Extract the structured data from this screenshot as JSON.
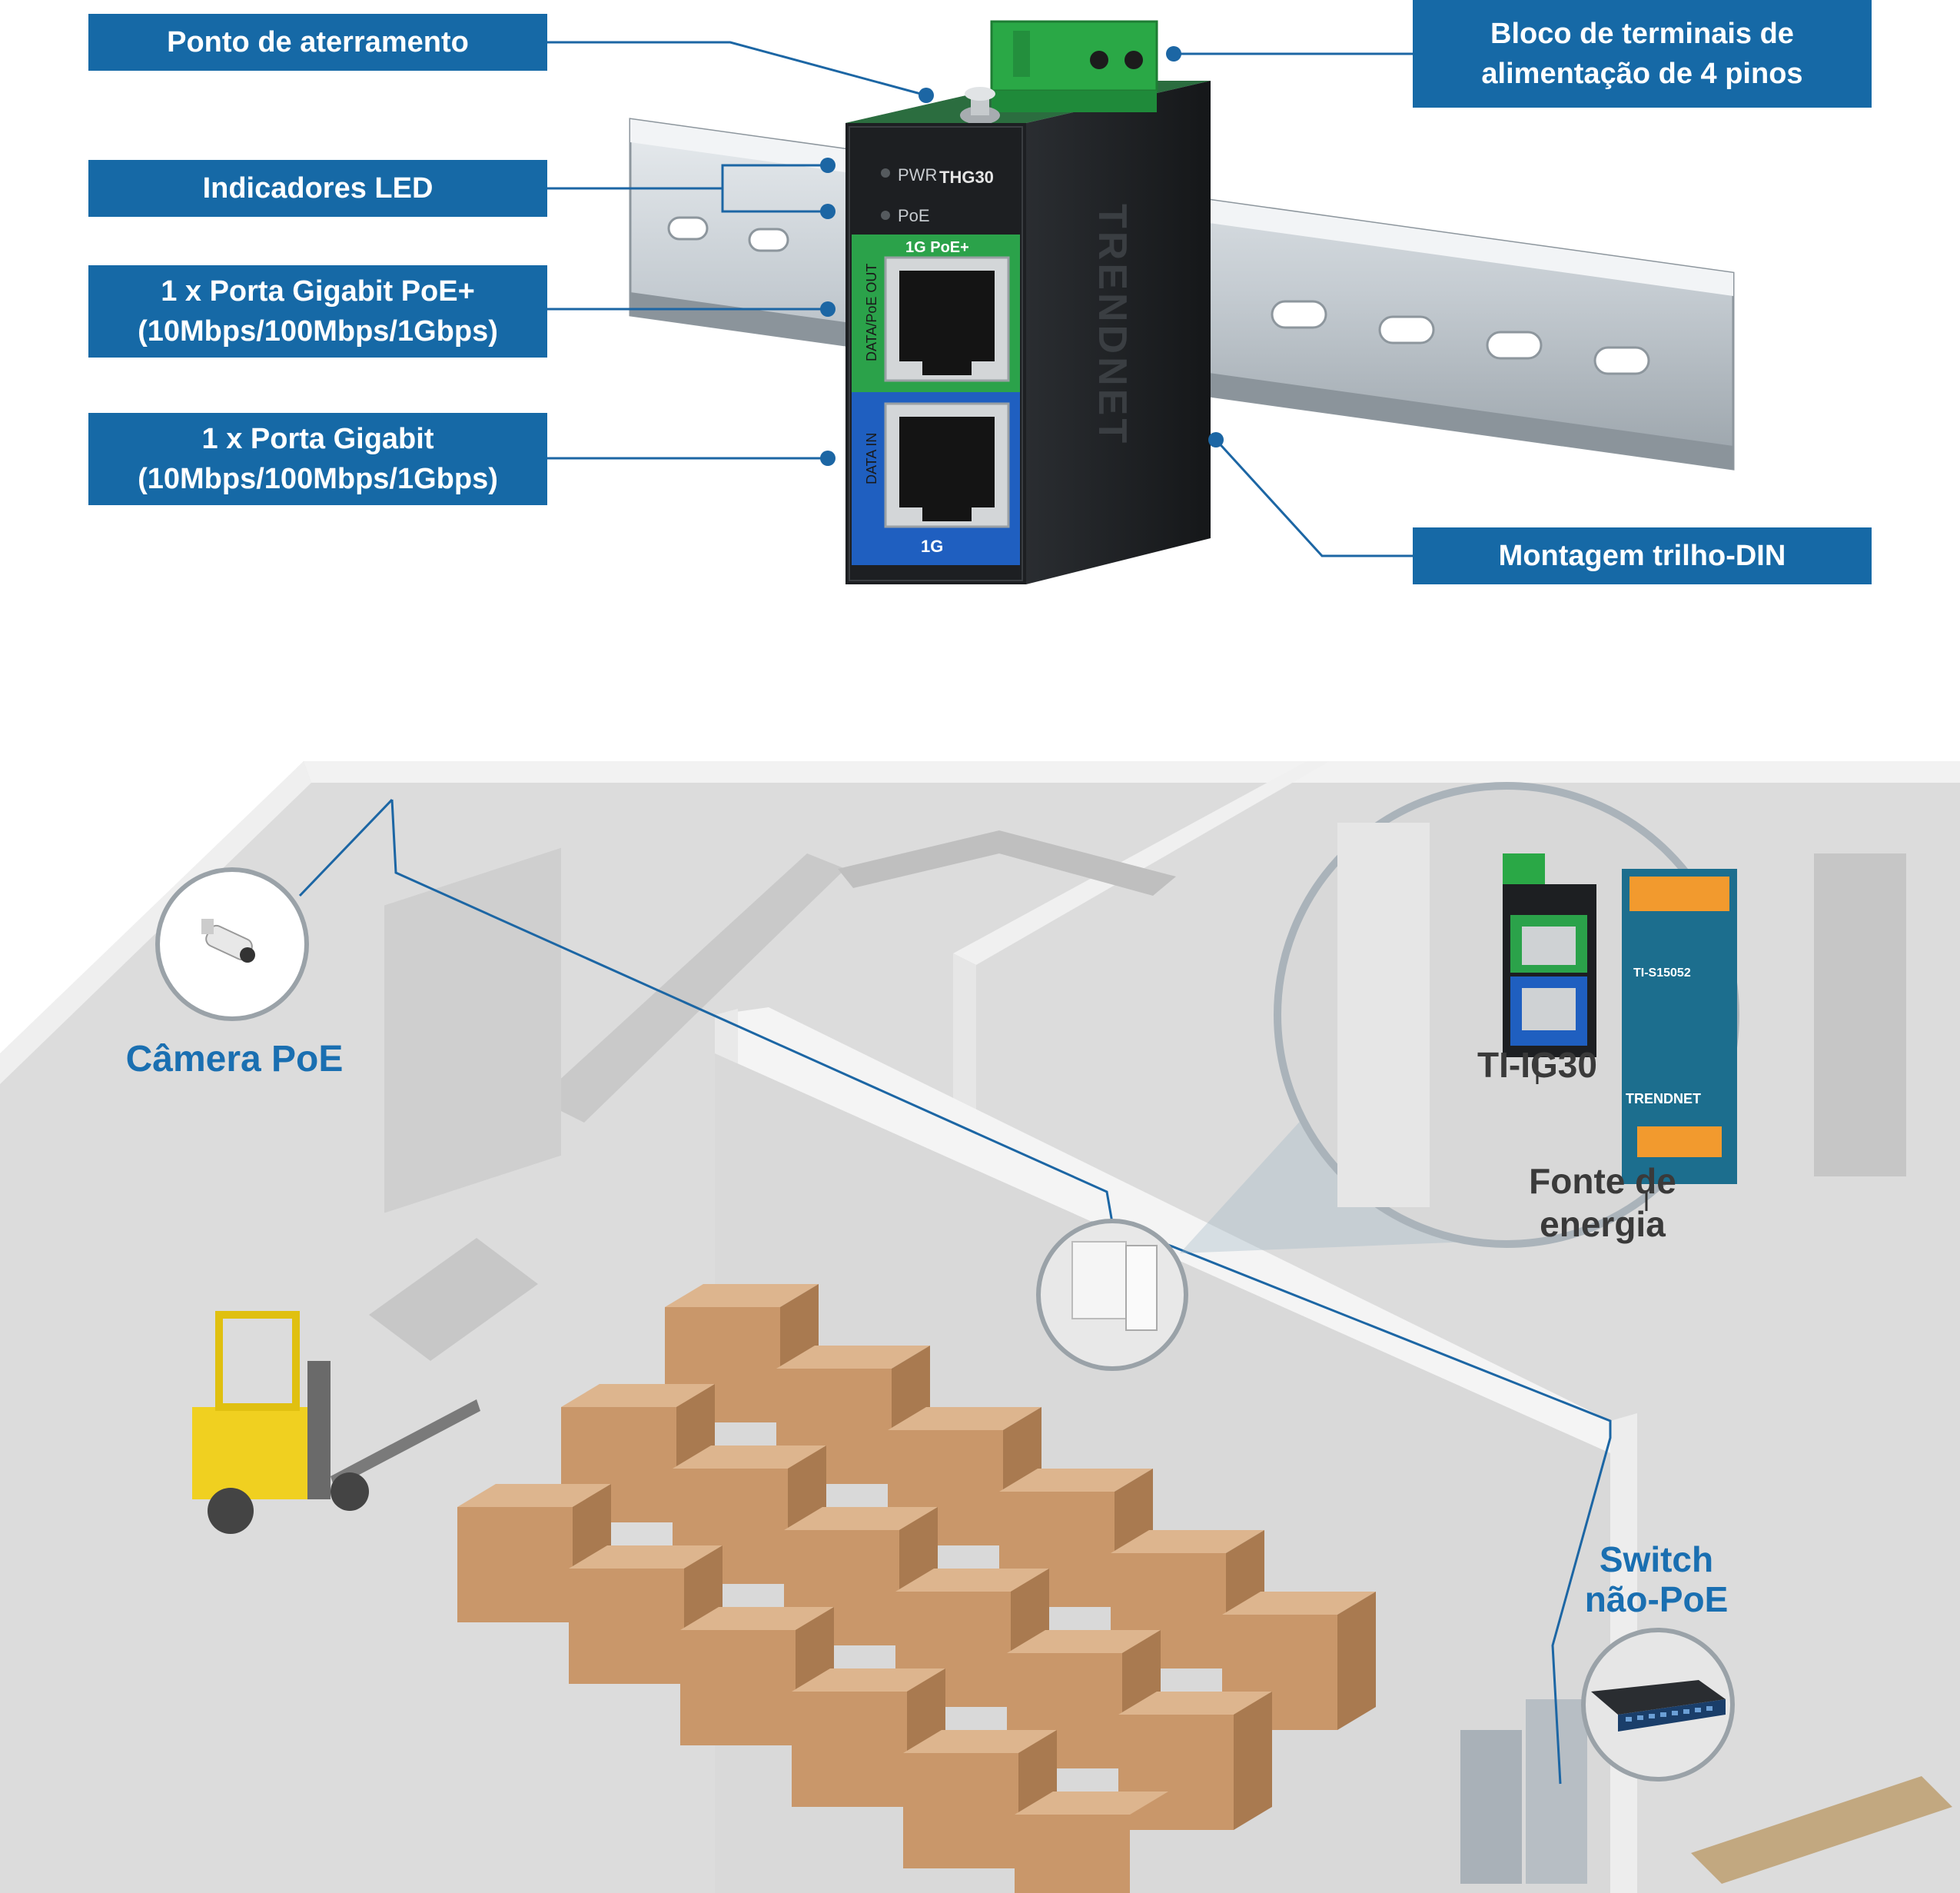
{
  "colors": {
    "callout_bg": "#1669a6",
    "connector": "#1c66a4",
    "scene_label": "#1a6fb1",
    "device_green": "#2ba24a",
    "device_blue": "#1f5fc0",
    "device_body": "#1d1f22",
    "box_brown": "#c9976a"
  },
  "callouts": {
    "grounding": "Ponto de aterramento",
    "terminal_line1": "Bloco de terminais de",
    "terminal_line2": "alimentação de 4 pinos",
    "led": "Indicadores LED",
    "poe_port_line1": "1 x Porta Gigabit PoE+",
    "poe_port_line2": "(10Mbps/100Mbps/1Gbps)",
    "data_port_line1": "1 x Porta Gigabit",
    "data_port_line2": "(10Mbps/100Mbps/1Gbps)",
    "din": "Montagem trilho-DIN"
  },
  "device": {
    "pwr": "PWR",
    "poe_led": "PoE",
    "model": "THG30",
    "brand": "TRENDNET",
    "poe_port_top": "1G PoE+",
    "poe_port_side": "DATA/PoE OUT",
    "data_port_side": "DATA IN",
    "data_port_bottom": "1G"
  },
  "scene": {
    "camera": "Câmera PoE",
    "injector": "TI-IG30",
    "power_line1": "Fonte de",
    "power_line2": "energia",
    "switch_line1": "Switch",
    "switch_line2": "não-PoE",
    "psu_model": "TI-S15052",
    "psu_brand": "TRENDNET"
  }
}
